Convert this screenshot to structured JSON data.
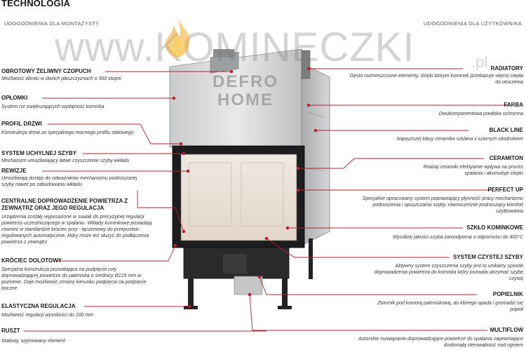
{
  "title": "TECHNOLOGIA",
  "left_heading": "UDOGODNIENIA DLA MONTAŻYSTY",
  "right_heading": "UDOGODNIENIA DLA UŻYTKOWNIKA",
  "watermark": "www.KOMINECZKI",
  "watermark_tld": ".pl",
  "product_logo": "DEFRO HOME",
  "accent_color": "#b8202e",
  "left_features": [
    {
      "title": "OBROTOWY ŻELIWNY CZOPUCH",
      "desc": "Możliwość obrotu w dwóch płaszczyznach o 360 stopni"
    },
    {
      "title": "OPŁOMKI",
      "desc": "System rur zwiększających wydajność kominka"
    },
    {
      "title": "PROFIL DRZWI",
      "desc": "Konstrukcja drzwi ze specjalnego mocnego profilu stalowego"
    },
    {
      "title": "SYSTEM UCHYLNEJ SZYBY",
      "desc": "Mechanizm umożliwiający łatwe czyszczenie szyby wkładu"
    },
    {
      "title": "REWIZJE",
      "desc": "Umożliwiają dostęp do odważników mechanizmu podnoszonej szyby nawet po zabudowaniu wkładu"
    },
    {
      "title": "CENTRALNE DOPROWADZENIE POWIETRZA Z ZEWNĄTRZ ORAZ JEGO REGULACJA",
      "desc": "Urządzenia zostały wyposażone w suwak do precyzyjnej regulacji powietrza uczestniczącego w spalaniu. Wkłady kominkowe posiadają również w standardzie króciec przy - łączeniowy do przepustnic regulowanych automatycznie, który może też służyć do podłączenia powietrza z zewnątrz"
    },
    {
      "title": "KRÓCIEC DOLOTOWY",
      "desc": "Specjalna konstrukcja pozwalająca na podpięcie rury doprowadzającej powietrze do paleniska o średnicy Ø125 mm w poziomie. Daje możliwość zmiany kierunku podpięcia na podpięcie boczne"
    },
    {
      "title": "ELASTYCZNA REGULACJA",
      "desc": "Możliwość regulacji wysokości do 100 mm"
    },
    {
      "title": "RUSZT",
      "desc": "Stałowy, wyjmowany element"
    }
  ],
  "right_features": [
    {
      "title": "RADIATORY",
      "desc": "Gęsto rozmieszczone elementy, dzięki którym kominek przekazuje więcej ciepła do otoczenia"
    },
    {
      "title": "FARBA",
      "desc": "Dwukomponentowa powłoka ochronna"
    },
    {
      "title": "BLACK LINE",
      "desc": "Najwyższej klasy ceramika szklana z czarnym sitodrukiem"
    },
    {
      "title": "CERAMITON",
      "desc": "Rodzaj ceramiki efektywnie wpływa na proces spalania i akumuluje ciepło"
    },
    {
      "title": "PERFECT UP",
      "desc": "Specjalnie opracowany system poprawiający płynność pracy mechanizmu podnoszenia i opuszczania szyby, równocześnie podnoszący komfort użytkowania"
    },
    {
      "title": "SZKŁO KOMINKOWE",
      "desc": "Wysokiej jakości szyba żaroodporna o odporności do 800°C"
    },
    {
      "title": "SYSTEM CZYSTEJ SZYBY",
      "desc": "Aktywny system czyszczenia szyby jest to unikalny sposób doprowadzenia powietrza do kominka który pozwala utrzymać szybę czystą"
    },
    {
      "title": "POPIELNIK",
      "desc": "Zbiornik pod komorą paleniskową, do którego opada i gromadzi się popiół"
    },
    {
      "title": "MULTIFLOW",
      "desc": "Autorskie rozwiązanie doprowadzające powietrze do spalania zapewniające doskonałą sterowalność nad ogniem"
    }
  ]
}
